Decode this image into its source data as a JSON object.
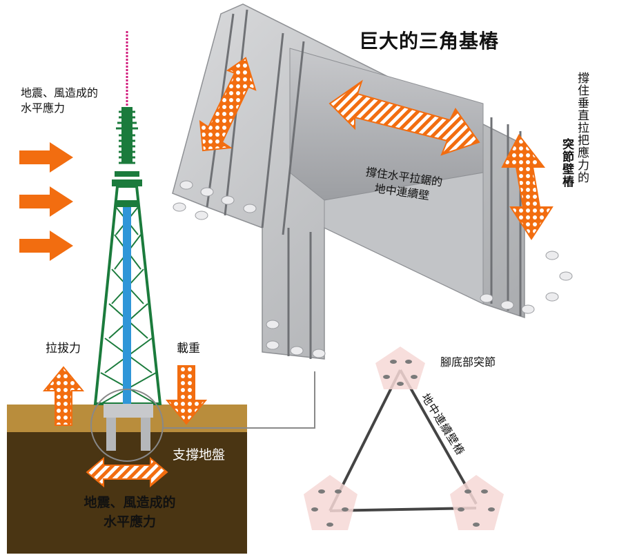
{
  "title": "巨大的三角基樁",
  "left_force_top": [
    "地震、風造成的",
    "水平應力"
  ],
  "pullout": "拉拔力",
  "load": "載重",
  "ground": "支撐地盤",
  "left_force_bottom": [
    "地震、風造成的",
    "水平應力"
  ],
  "horizontal_wall": [
    "撐住水平拉鋸的",
    "地中連續壁"
  ],
  "vertical_wall": [
    "撐住垂直拉把應力的",
    "突節壁樁"
  ],
  "foot": "腳底部突節",
  "wall_pile": "地中連續壁樁",
  "colors": {
    "orange": "#f26d10",
    "ground_top": "#b98d3c",
    "ground_bottom": "#4a3513",
    "tower": "#1b7b3c",
    "tower_core": "#2f96d8",
    "concrete": "#b5b7ba"
  }
}
